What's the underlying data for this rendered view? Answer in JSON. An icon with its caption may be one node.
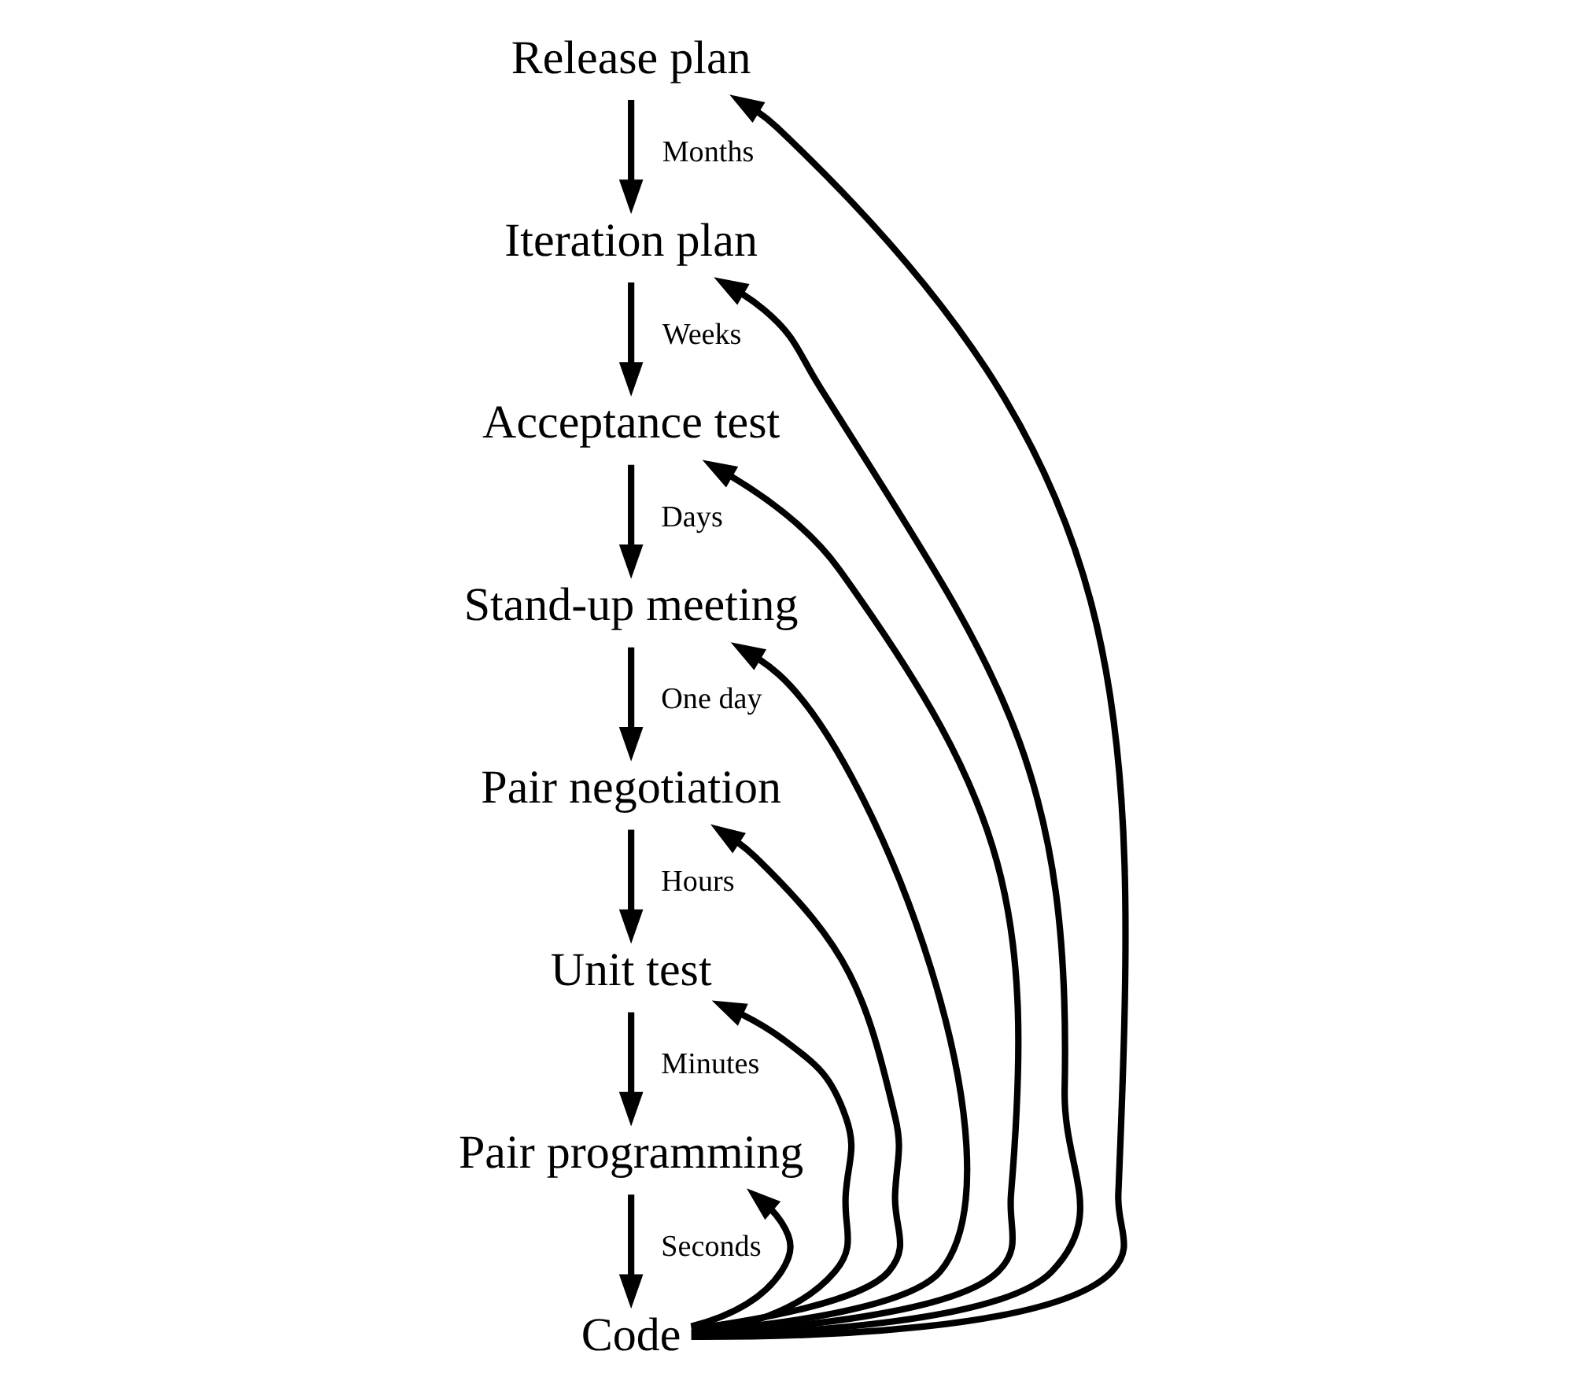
{
  "diagram": {
    "nodes": [
      {
        "text": [
          "Release plan"
        ]
      },
      {
        "text": [
          "Iteration plan"
        ]
      },
      {
        "text": [
          "Acceptance test"
        ]
      },
      {
        "text": [
          "Stand-up meeting"
        ]
      },
      {
        "text": [
          "Pair negotiation"
        ]
      },
      {
        "text": [
          "Unit test"
        ]
      },
      {
        "text": [
          "Pair programming"
        ]
      },
      {
        "text": [
          "Code"
        ]
      }
    ],
    "edges": [
      {
        "from": 0,
        "to": 1,
        "arrow": "to",
        "label": "Months"
      },
      {
        "from": 1,
        "to": 2,
        "arrow": "to",
        "label": "Weeks"
      },
      {
        "from": 2,
        "to": 3,
        "arrow": "to",
        "label": "Days"
      },
      {
        "from": 3,
        "to": 4,
        "arrow": "to",
        "label": "One day"
      },
      {
        "from": 4,
        "to": 5,
        "arrow": "to",
        "label": "Hours"
      },
      {
        "from": 5,
        "to": 6,
        "arrow": "to",
        "label": "Minutes"
      },
      {
        "from": 6,
        "to": 7,
        "arrow": "to",
        "label": "Seconds"
      },
      {
        "from": 7,
        "to": 0,
        "arrow": "to"
      },
      {
        "from": 7,
        "to": 1,
        "arrow": "to"
      },
      {
        "from": 7,
        "to": 2,
        "arrow": "to"
      },
      {
        "from": 7,
        "to": 3,
        "arrow": "to"
      },
      {
        "from": 7,
        "to": 4,
        "arrow": "to"
      },
      {
        "from": 7,
        "to": 5,
        "arrow": "to"
      },
      {
        "from": 7,
        "to": 6,
        "arrow": "to"
      }
    ]
  }
}
